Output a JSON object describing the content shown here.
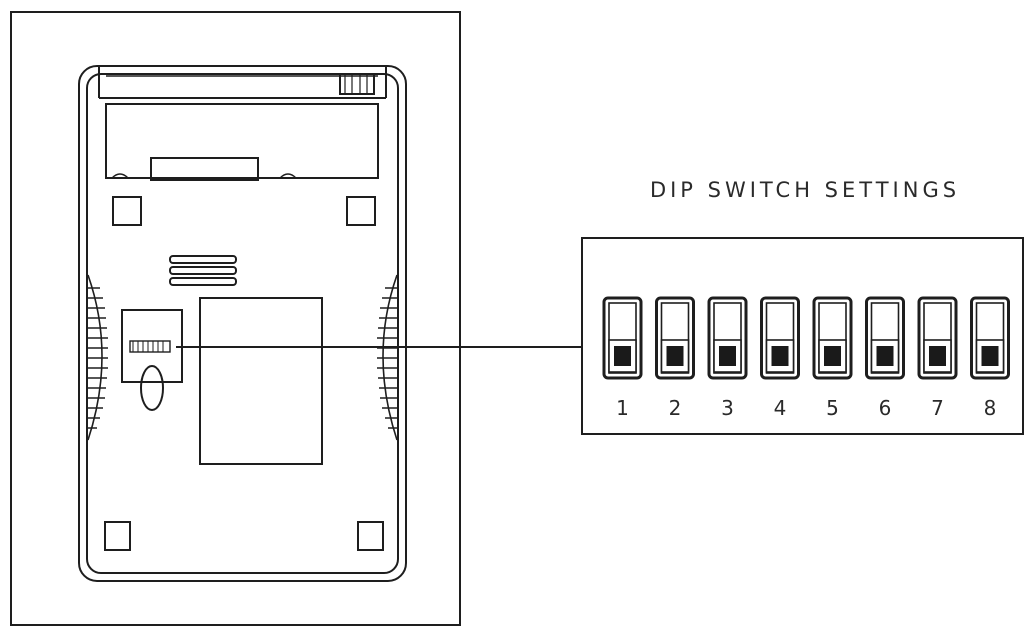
{
  "diagram": {
    "title": "DIP SWITCH SETTINGS",
    "switch_labels": [
      "1",
      "2",
      "3",
      "4",
      "5",
      "6",
      "7",
      "8"
    ],
    "switch_states": [
      "down",
      "down",
      "down",
      "down",
      "down",
      "down",
      "down",
      "down"
    ],
    "colors": {
      "stroke": "#1e1e1e",
      "background": "#ffffff",
      "knob": "#1a1a1a"
    }
  }
}
